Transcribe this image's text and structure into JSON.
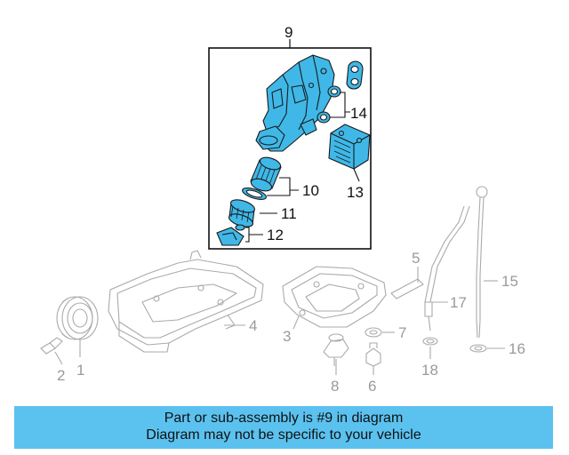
{
  "diagram": {
    "highlight_color": "#3fb8e8",
    "callouts": {
      "c1": "1",
      "c2": "2",
      "c3": "3",
      "c4": "4",
      "c5": "5",
      "c6": "6",
      "c7": "7",
      "c8": "8",
      "c9": "9",
      "c10": "10",
      "c11": "11",
      "c12": "12",
      "c13": "13",
      "c14": "14",
      "c15": "15",
      "c16": "16",
      "c17": "17",
      "c18": "18"
    }
  },
  "banner": {
    "line1": "Part or sub-assembly is #9 in diagram",
    "line2": "Diagram may not be specific to your vehicle",
    "color": "#5bc2f0"
  }
}
